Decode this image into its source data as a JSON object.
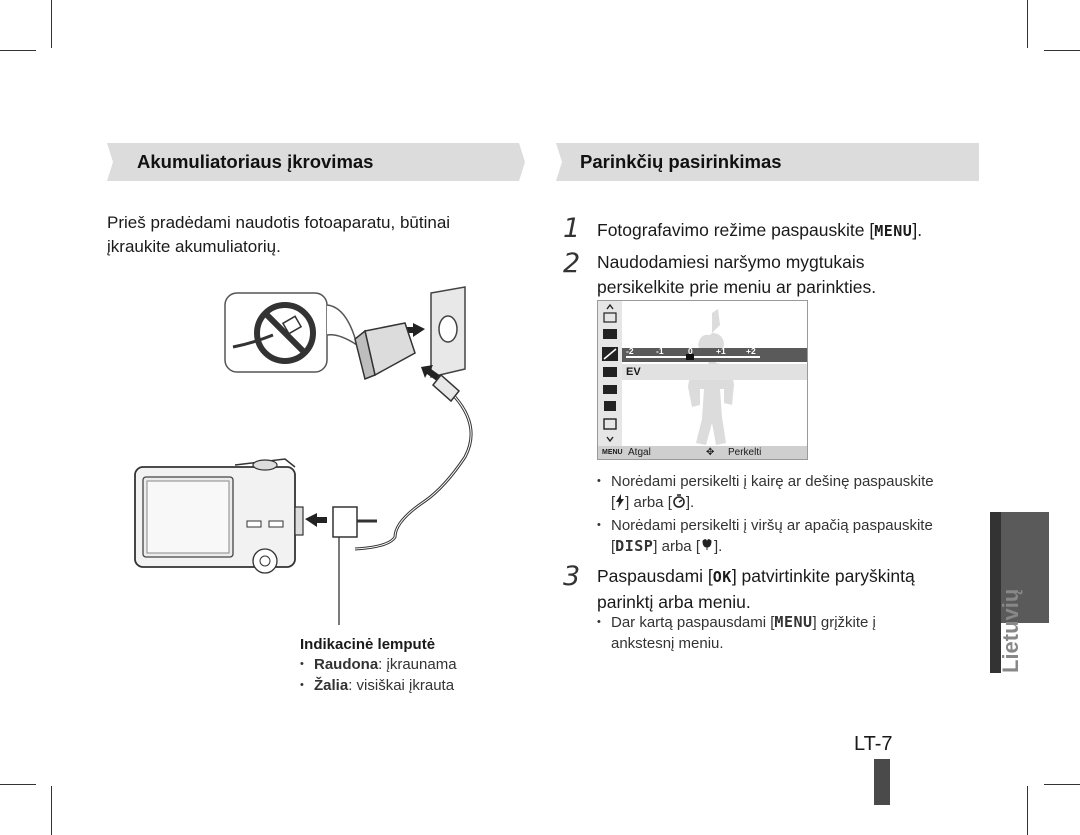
{
  "left_section": {
    "title": "Akumuliatoriaus įkrovimas",
    "intro": "Prieš pradėdami naudotis fotoaparatu, būtinai įkraukite akumuliatorių.",
    "indicator_title": "Indikacinė lemputė",
    "indicator_items": [
      {
        "label": "Raudona",
        "desc": ": įkraunama"
      },
      {
        "label": "Žalia",
        "desc": ": visiškai įkrauta"
      }
    ]
  },
  "right_section": {
    "title": "Parinkčių pasirinkimas",
    "steps": [
      {
        "num": "1",
        "before": "Fotografavimo režime paspauskite [",
        "key": "MENU",
        "after": "]."
      },
      {
        "num": "2",
        "text_line1": "Naudodamiesi naršymo mygtukais",
        "text_line2": "persikelkite prie meniu ar parinkties."
      },
      {
        "num": "3",
        "before": "Paspausdami [",
        "key": "OK",
        "after": "] patvirtinkite paryškintą",
        "line2": "parinktį arba meniu."
      }
    ],
    "step2_bullets": [
      {
        "line1": "Norėdami persikelti į kairę ar dešinę paspauskite",
        "line2_a": "[",
        "line2_b": "] arba [",
        "line2_c": "]."
      },
      {
        "line1": "Norėdami persikelti į viršų ar apačią paspauskite",
        "key": "DISP",
        "line2_a": "] arba [",
        "line2_b": "]."
      }
    ],
    "step3_bullet": {
      "before": "Dar kartą paspausdami [",
      "key": "MENU",
      "after": "] grįžkite į",
      "line2": "ankstesnį meniu."
    }
  },
  "lcd": {
    "scale": [
      "-2",
      "-1",
      "0",
      "+1",
      "+2"
    ],
    "ev_label": "EV",
    "back_key": "MENU",
    "back_label": "Atgal",
    "move_label": "Perkelti"
  },
  "side_tab_label": "Lietuvių",
  "page_number": "LT-7",
  "colors": {
    "banner": "#dcdcdc",
    "tab": "#5a5a5a",
    "text": "#1a1a1a"
  }
}
